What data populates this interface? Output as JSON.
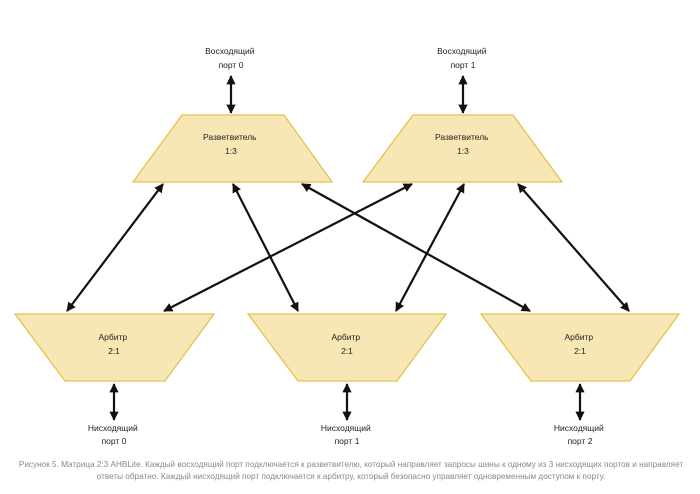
{
  "diagram": {
    "colors": {
      "fill": "#f7e7b4",
      "stroke": "#e5c24f",
      "arrow": "#111111",
      "caption": "#888888"
    },
    "upstream_ports": [
      {
        "line1": "Восходящий",
        "line2": "порт 0"
      },
      {
        "line1": "Восходящий",
        "line2": "порт 1"
      }
    ],
    "splitters": [
      {
        "line1": "Разветвитель",
        "line2": "1:3"
      },
      {
        "line1": "Разветвитель",
        "line2": "1:3"
      }
    ],
    "arbiters": [
      {
        "line1": "Арбитр",
        "line2": "2:1"
      },
      {
        "line1": "Арбитр",
        "line2": "2:1"
      },
      {
        "line1": "Арбитр",
        "line2": "2:1"
      }
    ],
    "downstream_ports": [
      {
        "line1": "Нисходящий",
        "line2": "порт 0"
      },
      {
        "line1": "Нисходящий",
        "line2": "порт 1"
      },
      {
        "line1": "Нисходящий",
        "line2": "порт 2"
      }
    ],
    "connections": [
      {
        "from": "splitter-0",
        "to": "arbiter-0"
      },
      {
        "from": "splitter-0",
        "to": "arbiter-1"
      },
      {
        "from": "splitter-0",
        "to": "arbiter-2"
      },
      {
        "from": "splitter-1",
        "to": "arbiter-0"
      },
      {
        "from": "splitter-1",
        "to": "arbiter-1"
      },
      {
        "from": "splitter-1",
        "to": "arbiter-2"
      }
    ]
  },
  "caption": {
    "line1": "Рисунок 5. Матрица 2:3 AHBLite. Каждый восходящий порт подключается к разветвителю, который направляет запросы шины к одному из 3 нисходящих портов и направляет",
    "line2": "ответы обратно. Каждый нисходящий порт подключается к арбитру, который безопасно управляет одновременным доступом к порту."
  }
}
